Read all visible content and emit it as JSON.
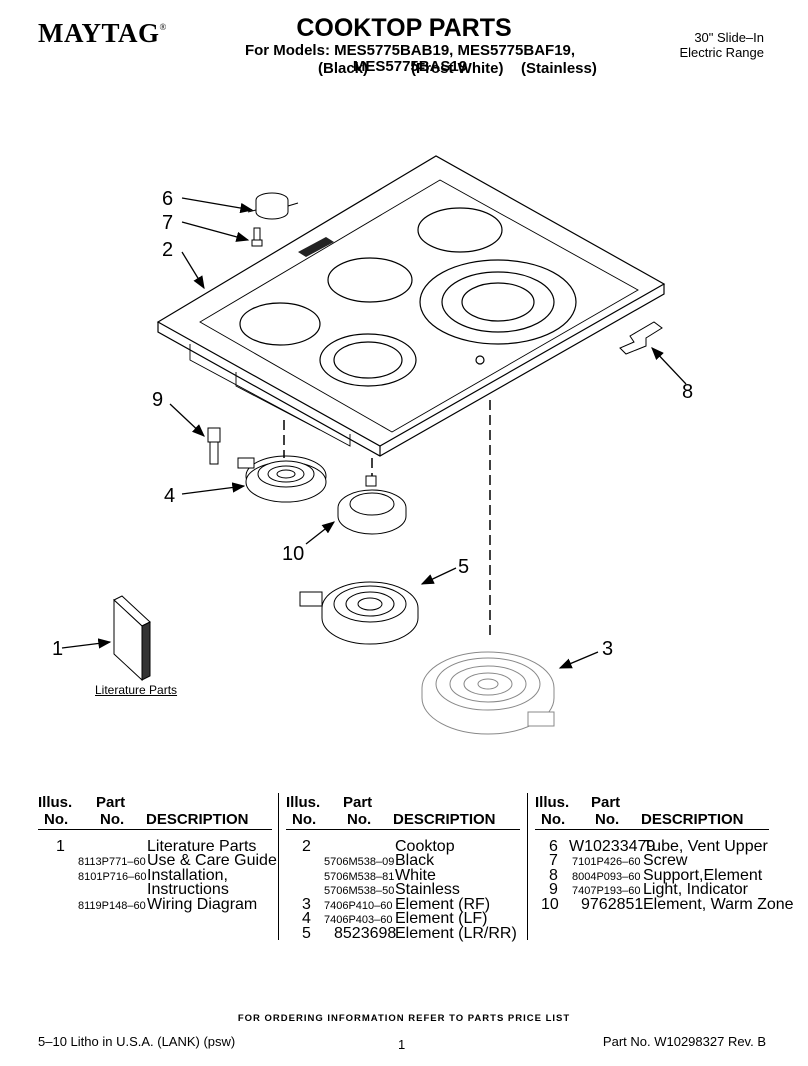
{
  "header": {
    "brand": "MAYTAG",
    "brand_mark": "®",
    "title": "COOKTOP PARTS",
    "models": "For Models: MES5775BAB19, MES5775BAF19, MES5775BAS19",
    "colors": [
      "(Black)",
      "(Frost White)",
      "(Stainless)"
    ],
    "range_line1": "30\" Slide–In",
    "range_line2": "Electric Range"
  },
  "diagram": {
    "callouts": [
      "6",
      "7",
      "2",
      "9",
      "4",
      "10",
      "5",
      "1",
      "3",
      "8"
    ],
    "literature_label": "Literature Parts"
  },
  "table": {
    "headers": {
      "illus": "Illus.",
      "no": "No.",
      "part": "Part",
      "desc": "DESCRIPTION"
    },
    "col1": [
      {
        "illus": "1",
        "part": "",
        "desc": "Literature Parts"
      },
      {
        "illus": "",
        "part": "8113P771–60",
        "desc": "Use & Care Guide"
      },
      {
        "illus": "",
        "part": "8101P716–60",
        "desc": "Installation,"
      },
      {
        "illus": "",
        "part": "",
        "desc": "Instructions"
      },
      {
        "illus": "",
        "part": "8119P148–60",
        "desc": "Wiring Diagram"
      }
    ],
    "col2": [
      {
        "illus": "2",
        "part": "",
        "desc": "Cooktop"
      },
      {
        "illus": "",
        "part": "5706M538–09",
        "desc": "Black"
      },
      {
        "illus": "",
        "part": "5706M538–81",
        "desc": "White"
      },
      {
        "illus": "",
        "part": "5706M538–50",
        "desc": "Stainless"
      },
      {
        "illus": "3",
        "part": "7406P410–60",
        "desc": "Element (RF)"
      },
      {
        "illus": "4",
        "part": "7406P403–60",
        "desc": "Element (LF)"
      },
      {
        "illus": "5",
        "part": "8523698",
        "desc": "Element (LR/RR)"
      }
    ],
    "col3": [
      {
        "illus": "6",
        "part": "W10233479",
        "desc": "Tube, Vent Upper"
      },
      {
        "illus": "7",
        "part": "7101P426–60",
        "desc": "Screw"
      },
      {
        "illus": "8",
        "part": "8004P093–60",
        "desc": "Support,Element"
      },
      {
        "illus": "9",
        "part": "7407P193–60",
        "desc": "Light, Indicator"
      },
      {
        "illus": "10",
        "part": "9762851",
        "desc": "Element, Warm Zone"
      }
    ]
  },
  "footer": {
    "note": "FOR ORDERING INFORMATION REFER TO PARTS PRICE LIST",
    "left": "5–10 Litho in U.S.A. (LANK) (psw)",
    "page": "1",
    "right": "Part No. W10298327 Rev. B"
  }
}
